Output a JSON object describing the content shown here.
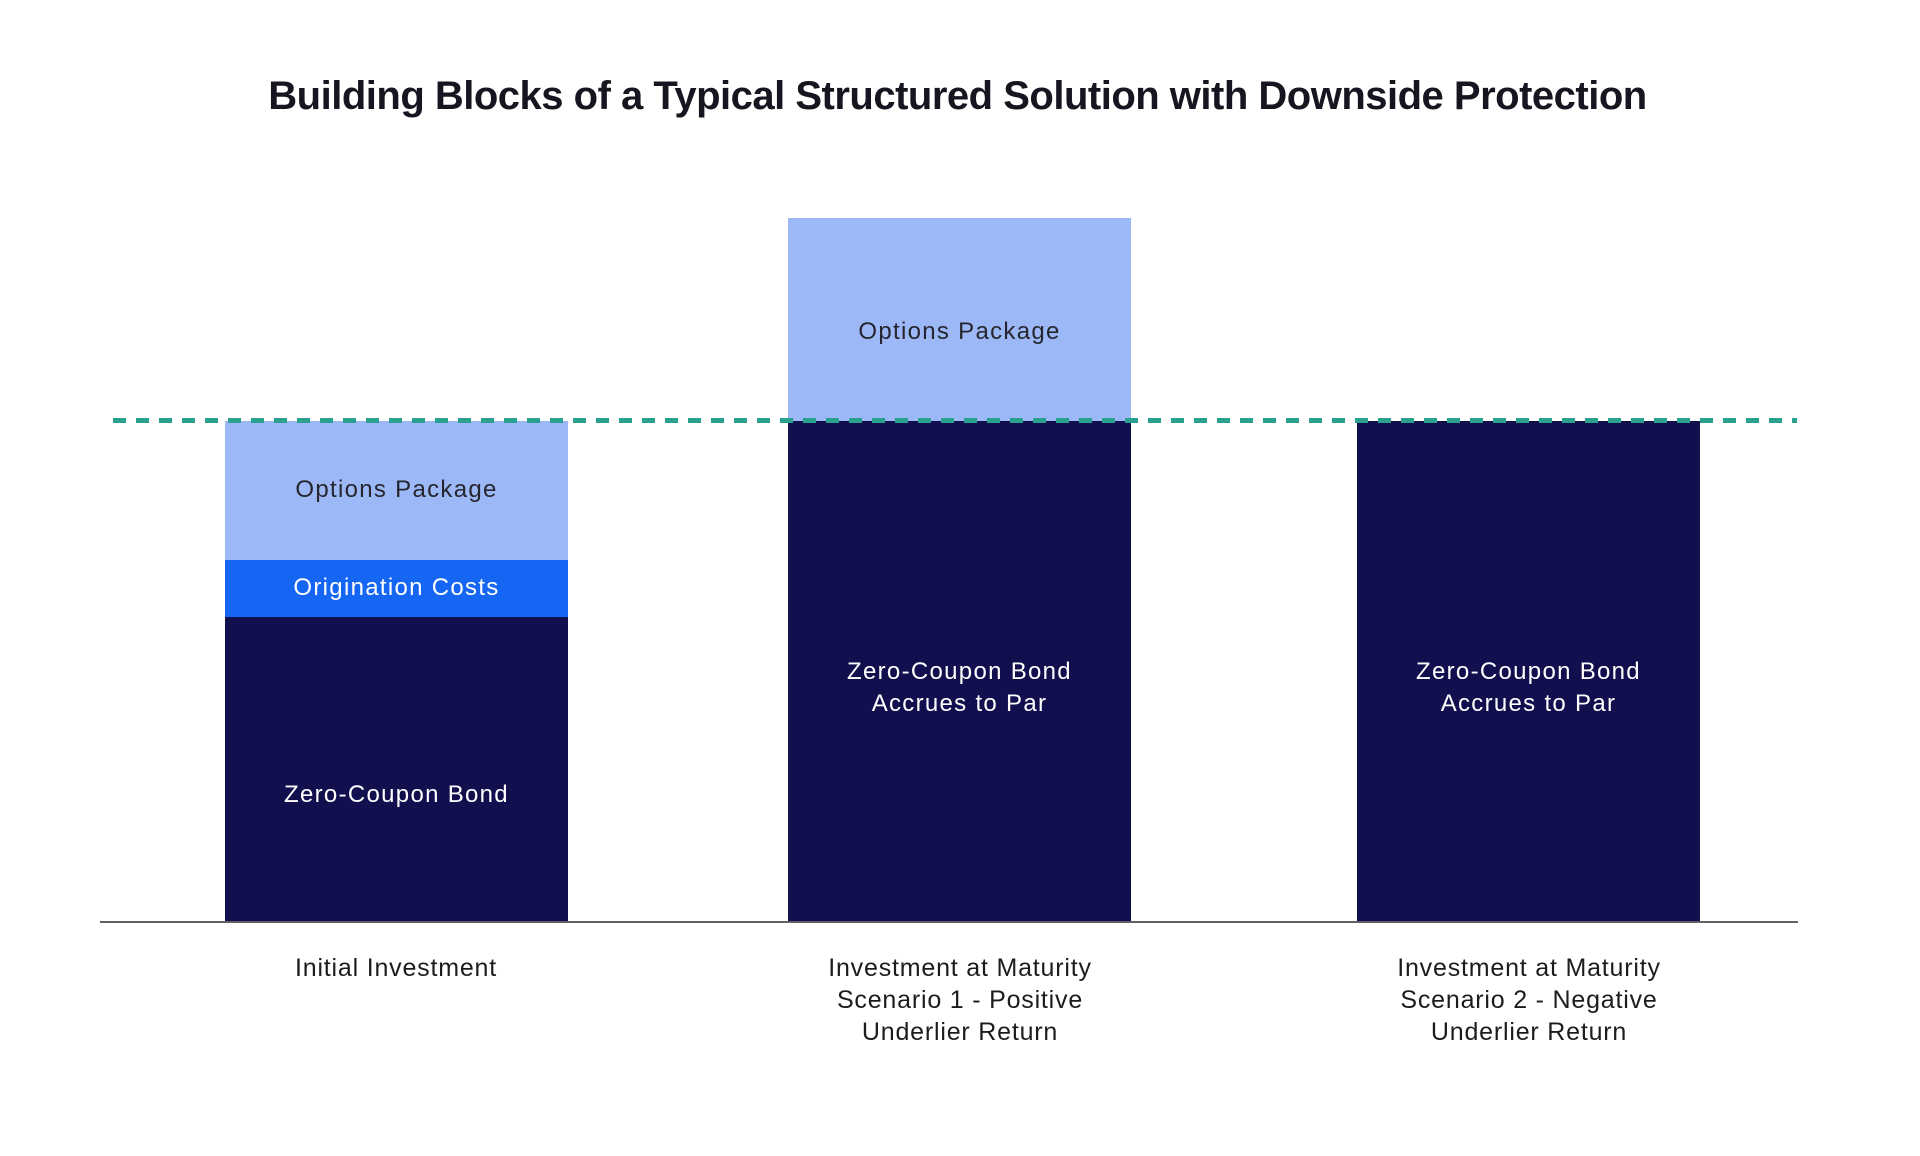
{
  "title": "Building Blocks of a Typical Structured Solution with Downside Protection",
  "colors": {
    "navy": "#110f4e",
    "bright_blue": "#1566f2",
    "light_blue": "#9cb8f7",
    "teal_dashed": "#2aa08e",
    "axis_line": "#5f6165",
    "title_text": "#17151f",
    "axis_label_text": "#1c1c1c",
    "label_dark": "#26262e",
    "label_light": "#ffffff"
  },
  "chart_data": {
    "type": "bar",
    "stacked": true,
    "title": "Building Blocks of a Typical Structured Solution with Downside Protection",
    "xlabel": "",
    "ylabel": "",
    "value_scale": "par level (initial investment) = 100, estimated from bar proportions; no numeric axis shown",
    "ylim": [
      0,
      141
    ],
    "grid": false,
    "legend": false,
    "categories": [
      {
        "label": "Initial Investment"
      },
      {
        "label": "Investment at Maturity\nScenario 1 - Positive\nUnderlier Return"
      },
      {
        "label": "Investment at Maturity\nScenario 2 - Negative\nUnderlier Return"
      }
    ],
    "bars": [
      {
        "total": 100,
        "segments": [
          {
            "label": "Zero-Coupon Bond",
            "value": 61,
            "color": "#110f4e",
            "text_color": "#ffffff"
          },
          {
            "label": "Origination Costs",
            "value": 11,
            "color": "#1566f2",
            "text_color": "#ffffff"
          },
          {
            "label": "Options Package",
            "value": 28,
            "color": "#9cb8f7",
            "text_color": "#26262e"
          }
        ]
      },
      {
        "total": 141,
        "segments": [
          {
            "label": "Zero-Coupon Bond\nAccrues to Par",
            "value": 100,
            "color": "#110f4e",
            "text_color": "#ffffff"
          },
          {
            "label": "Options Package",
            "value": 41,
            "color": "#9cb8f7",
            "text_color": "#26262e"
          }
        ]
      },
      {
        "total": 100,
        "segments": [
          {
            "label": "Zero-Coupon Bond\nAccrues to Par",
            "value": 100,
            "color": "#110f4e",
            "text_color": "#ffffff"
          }
        ]
      }
    ],
    "reference_line": {
      "orientation": "horizontal",
      "value": 100,
      "style": "dashed",
      "color": "#2aa08e"
    }
  }
}
